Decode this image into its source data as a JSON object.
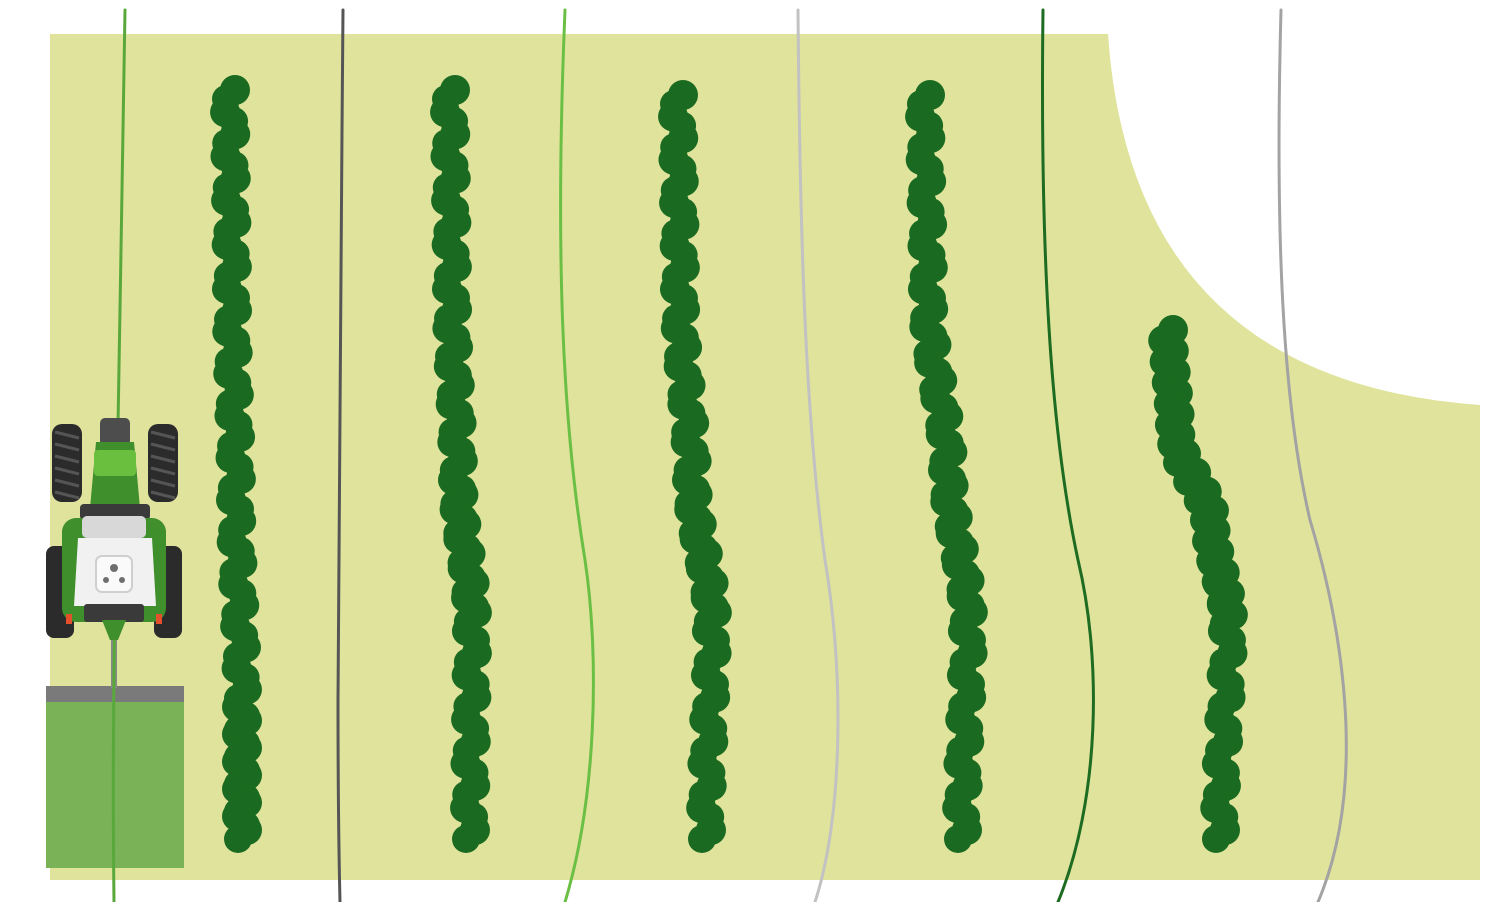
{
  "colors": {
    "background": "#ffffff",
    "field": "#dfe39b",
    "crop_row": "#1a6a21",
    "worked_strip": "#79b257",
    "implement_bar": "#7a7a7a",
    "tractor_green": "#3f8f2c",
    "tractor_white": "#f1f1f1",
    "tire": "#2b2b2b"
  },
  "icons": {
    "tractor": "tractor-top-view-icon"
  },
  "guidance_lines": [
    {
      "name": "guidance-line-1",
      "color": "#5aa83c"
    },
    {
      "name": "guidance-line-2",
      "color": "#555555"
    },
    {
      "name": "guidance-line-3",
      "color": "#6cbf45"
    },
    {
      "name": "guidance-line-4",
      "color": "#c2c2c2"
    },
    {
      "name": "guidance-line-5",
      "color": "#1e6b22"
    },
    {
      "name": "guidance-line-6",
      "color": "#a3a3a3"
    }
  ],
  "crop_row_count": 5
}
